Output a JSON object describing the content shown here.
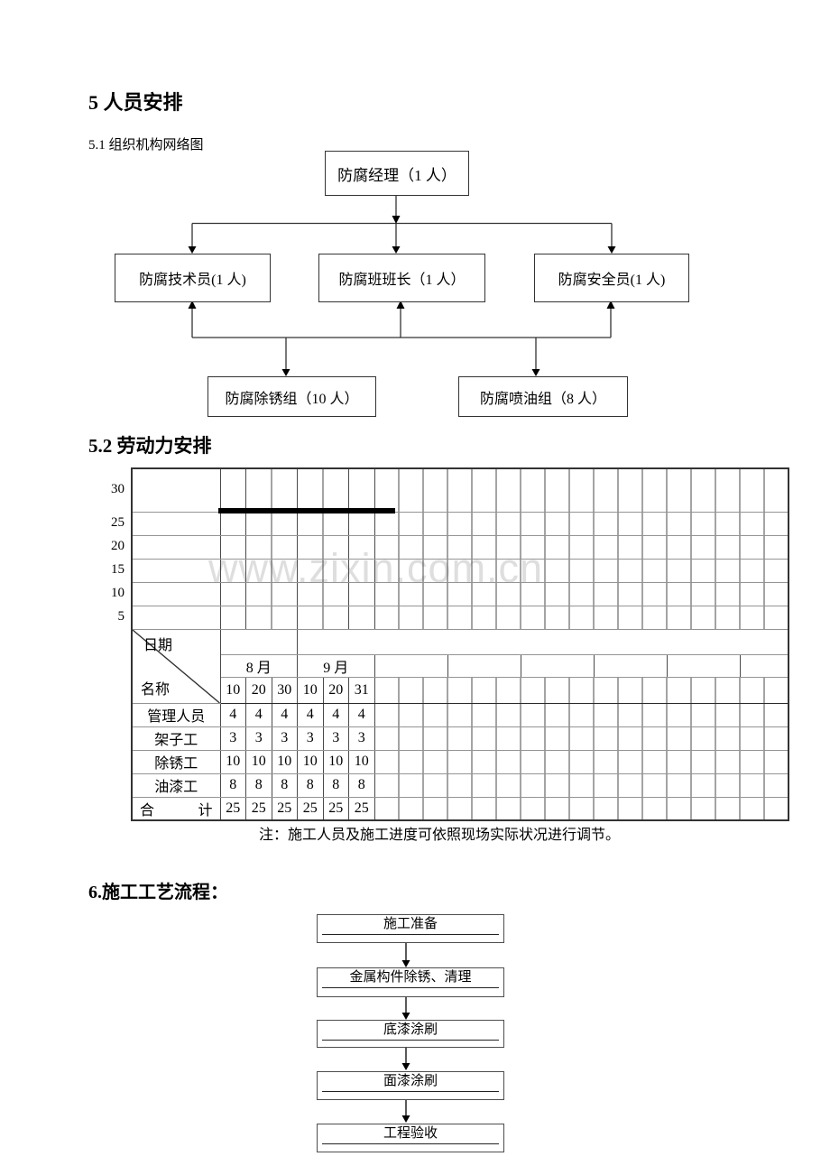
{
  "headings": {
    "section5": "5 人员安排",
    "section5_1": "5.1 组织机构网络图",
    "section5_2": "5.2 劳动力安排",
    "section6": "6.施工工艺流程："
  },
  "org_chart": {
    "top": "防腐经理（1 人）",
    "mid": [
      "防腐技术员(1 人)",
      "防腐班班长（1 人）",
      "防腐安全员(1 人)"
    ],
    "bottom": [
      "防腐除锈组（10 人）",
      "防腐喷油组（8 人）"
    ]
  },
  "labor_plan": {
    "y_axis": [
      "30",
      "25",
      "20",
      "15",
      "10",
      "5"
    ],
    "corner": {
      "top_label": "日期",
      "bottom_label": "名称"
    },
    "months": [
      "8 月",
      "9 月"
    ],
    "dates": [
      "10",
      "20",
      "30",
      "10",
      "20",
      "31"
    ],
    "rows": [
      {
        "label": "管理人员",
        "values": [
          "4",
          "4",
          "4",
          "4",
          "4",
          "4"
        ]
      },
      {
        "label": "架子工",
        "values": [
          "3",
          "3",
          "3",
          "3",
          "3",
          "3"
        ]
      },
      {
        "label": "除锈工",
        "values": [
          "10",
          "10",
          "10",
          "10",
          "10",
          "10"
        ]
      },
      {
        "label": "油漆工",
        "values": [
          "8",
          "8",
          "8",
          "8",
          "8",
          "8"
        ]
      }
    ],
    "total": {
      "label_left": "合",
      "label_right": "计",
      "values": [
        "25",
        "25",
        "25",
        "25",
        "25",
        "25"
      ]
    },
    "bar": {
      "type": "bar",
      "value": 25,
      "covers_periods": [
        "8月10",
        "8月20",
        "8月30",
        "9月10",
        "9月20",
        "9月31"
      ]
    },
    "note": "注：施工人员及施工进度可依照现场实际状况进行调节。"
  },
  "flowchart": {
    "steps": [
      "施工准备",
      "金属构件除锈、清理",
      "底漆涂刷",
      "面漆涂刷",
      "工程验收"
    ]
  },
  "watermark": "www.zixin.com.cn"
}
